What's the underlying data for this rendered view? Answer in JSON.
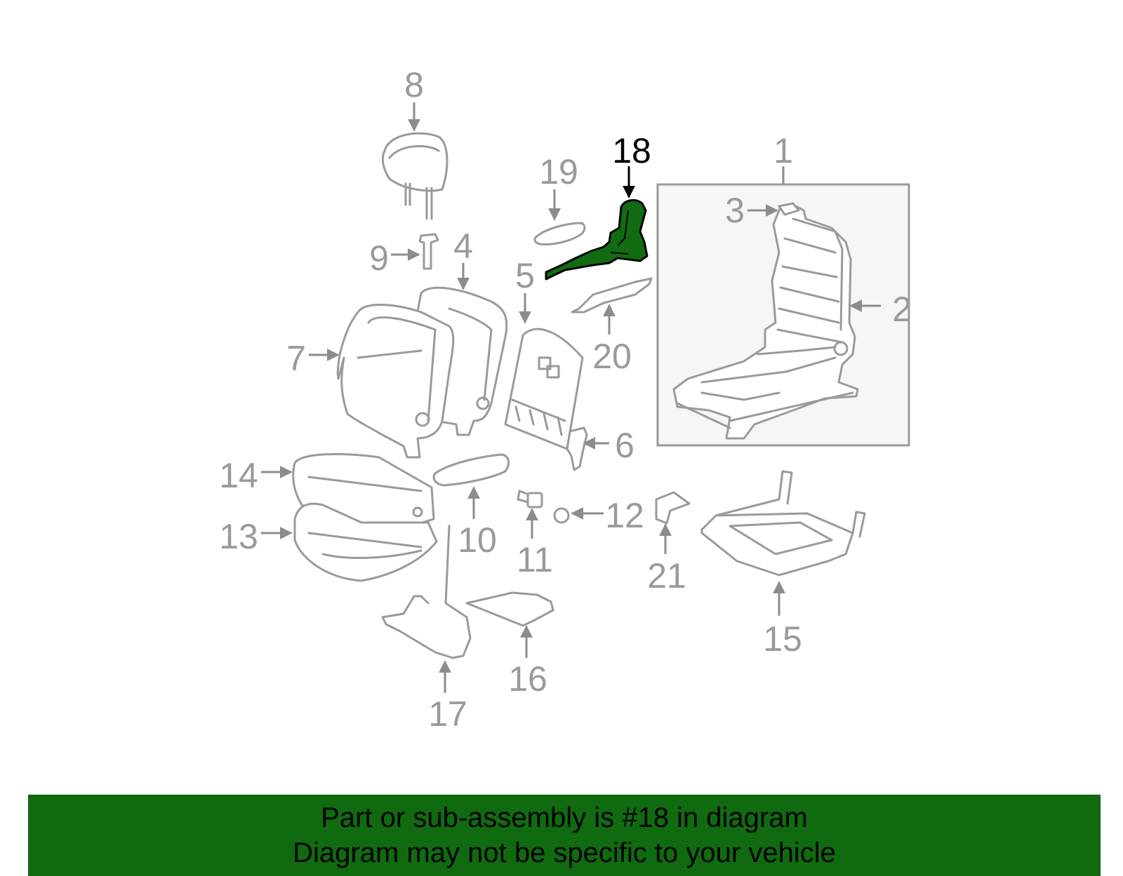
{
  "diagram": {
    "callouts": {
      "c1": "1",
      "c2": "2",
      "c3": "3",
      "c4": "4",
      "c5": "5",
      "c6": "6",
      "c7": "7",
      "c8": "8",
      "c9": "9",
      "c10": "10",
      "c11": "11",
      "c12": "12",
      "c13": "13",
      "c14": "14",
      "c15": "15",
      "c16": "16",
      "c17": "17",
      "c18": "18",
      "c19": "19",
      "c20": "20",
      "c21": "21"
    },
    "highlighted_part": "18"
  },
  "banner": {
    "line1": "Part or sub-assembly is #18 in diagram",
    "line2": "Diagram may not be specific to your vehicle"
  },
  "colors": {
    "highlight": "#116b11",
    "banner": "#106a10",
    "line_art": "#9a9a9a",
    "assembly_box": "#f6f6f6"
  }
}
